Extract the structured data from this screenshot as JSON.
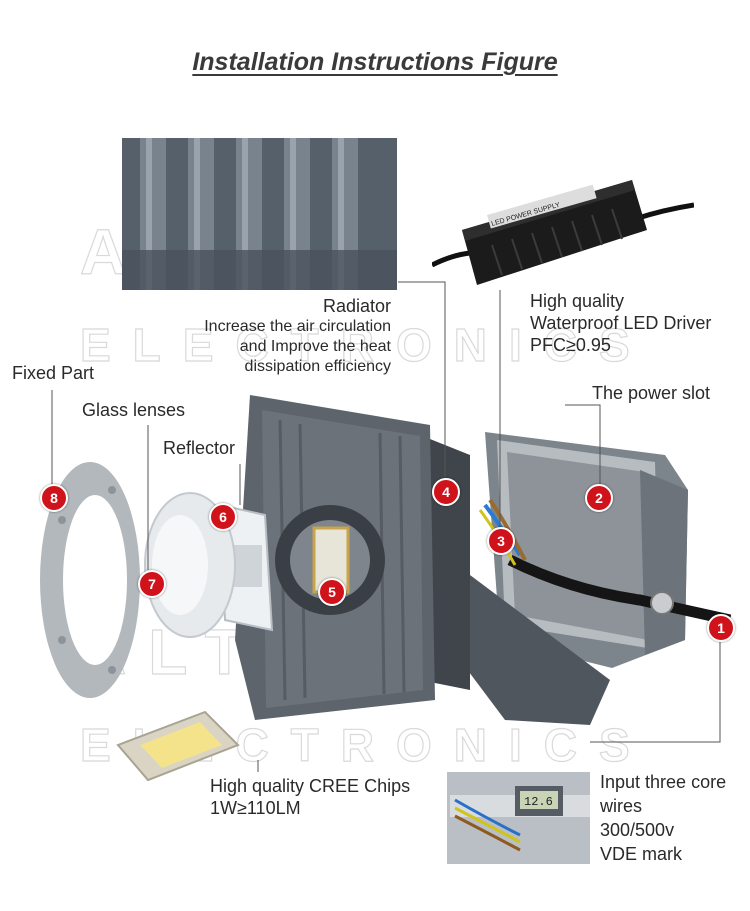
{
  "title": "Installation Instructions Figure",
  "labels": {
    "radiator": {
      "title": "Radiator",
      "line1": "Increase the air circulation",
      "line2": "and Improve the heat",
      "line3": "dissipation efficiency"
    },
    "driver": {
      "line1": "High quality",
      "line2": "Waterproof LED Driver",
      "line3": "PFC≥0.95"
    },
    "power_slot": "The power slot",
    "fixed_part": "Fixed Part",
    "glass_lenses": "Glass lenses",
    "reflector": "Reflector",
    "chips": {
      "line1": "High quality CREE Chips",
      "line2": "1W≥110LM"
    },
    "input": {
      "line1": "Input three core",
      "line2": "wires",
      "line3": "300/500v",
      "line4": "VDE mark"
    }
  },
  "badges": [
    "1",
    "2",
    "3",
    "4",
    "5",
    "6",
    "7",
    "8"
  ],
  "driver_box_text": "LED POWER SUPPLY",
  "caliper_display": "12.6",
  "colors": {
    "badge": "#d0121b",
    "housing": "#5f6670",
    "title": "#3a3a3a"
  }
}
